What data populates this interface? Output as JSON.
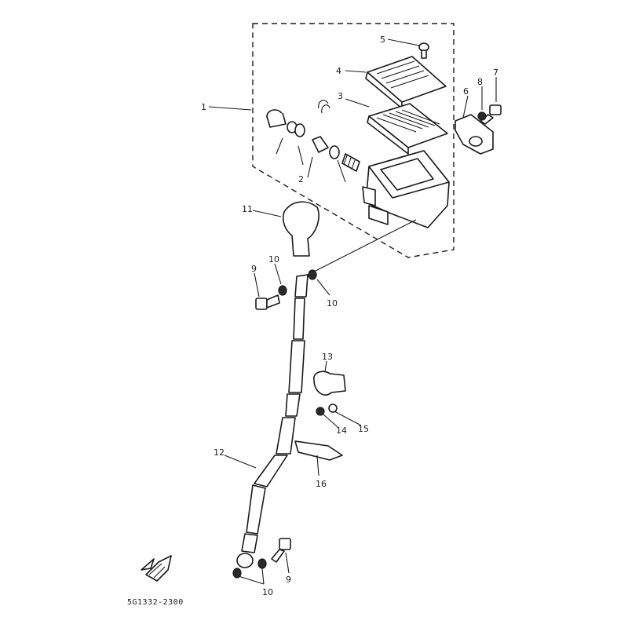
{
  "callouts": {
    "c1": "1",
    "c2": "2",
    "c3": "3",
    "c4": "4",
    "c5": "5",
    "c6": "6",
    "c7": "7",
    "c8": "8",
    "c9a": "9",
    "c9b": "9",
    "c10a": "10",
    "c10b": "10",
    "c10c": "10",
    "c11": "11",
    "c12": "12",
    "c13": "13",
    "c14": "14",
    "c15": "15",
    "c16": "16"
  },
  "diagram_code": "5G1332-2300",
  "icons": [
    "front-direction-arrow-icon"
  ]
}
